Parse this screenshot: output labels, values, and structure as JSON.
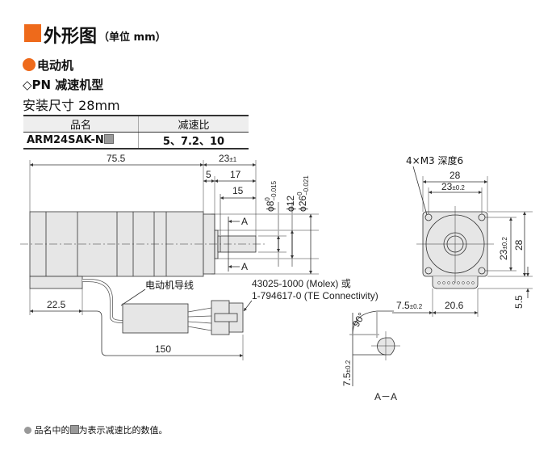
{
  "header": {
    "title": "外形图",
    "unit": "（单位 mm）"
  },
  "section": {
    "motor": "电动机",
    "gearhead_type": "◇PN 减速机型",
    "mounting_size": "安装尺寸 28mm"
  },
  "spec_table": {
    "headers": [
      "品名",
      "减速比"
    ],
    "rows": [
      {
        "model": "ARM24SAK-N",
        "ratio": "5、7.2、10"
      }
    ]
  },
  "dimensions": {
    "d75_5": "75.5",
    "d23": "23",
    "d23_tol": "±1",
    "d5": "5",
    "d17": "17",
    "d15": "15",
    "phi8": "ϕ8",
    "phi8_tol_upper": "0",
    "phi8_tol_lower": "−0.015",
    "phi12": "ϕ12",
    "phi26": "ϕ26",
    "phi26_tol_upper": "0",
    "phi26_tol_lower": "−0.021",
    "section_mark": "A",
    "d22_5": "22.5",
    "d150": "150",
    "front_28_top": "28",
    "front_23_top": "23",
    "front_23_tol": "±0.2",
    "front_23_right": "23",
    "front_28_right": "28",
    "d5_5": "5.5",
    "d20_6": "20.6",
    "d7_5": "7.5",
    "d7_5_tol": "±0.2",
    "angle": "90°",
    "sec_7_5": "7.5",
    "sec_7_5_tol": "±0.2"
  },
  "labels": {
    "tapped_holes": "4×M3 深度6",
    "motor_lead": "电动机导线",
    "connector_line1": "43025-1000 (Molex) 或",
    "connector_line2": "1-794617-0 (TE Connectivity)",
    "section_view": "A－A"
  },
  "footnote": {
    "part1": "品名中的",
    "part2": "为表示减速比的数值。"
  },
  "colors": {
    "accent": "#ee6a1b",
    "body_fill": "#e6e6e6",
    "placeholder_square": "#9a9a9a"
  }
}
